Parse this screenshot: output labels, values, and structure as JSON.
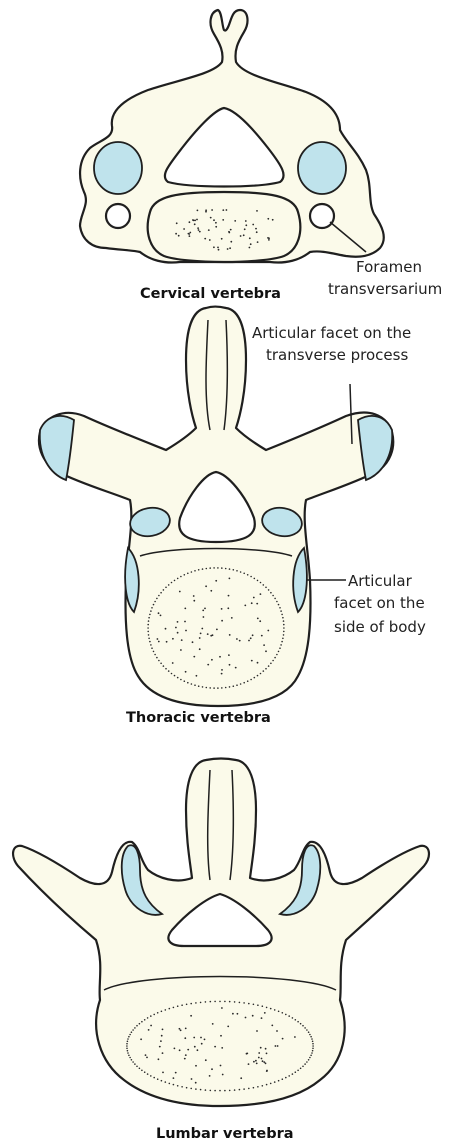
{
  "figure": {
    "cervical": {
      "caption": "Cervical vertebra",
      "labels": {
        "foramen_line1": "Foramen",
        "foramen_line2": "transversarium"
      }
    },
    "thoracic": {
      "caption": "Thoracic vertebra",
      "labels": {
        "transverse_facet_line1": "Articular facet on the",
        "transverse_facet_line2": "transverse process",
        "body_facet_line1": "Articular",
        "body_facet_line2": "facet on the",
        "body_facet_line3": "side of body"
      }
    },
    "lumbar": {
      "caption": "Lumbar vertebra"
    }
  },
  "colors": {
    "bone": "#fbfaea",
    "facet": "#bfe3ec",
    "outline": "#1f1f1f"
  }
}
